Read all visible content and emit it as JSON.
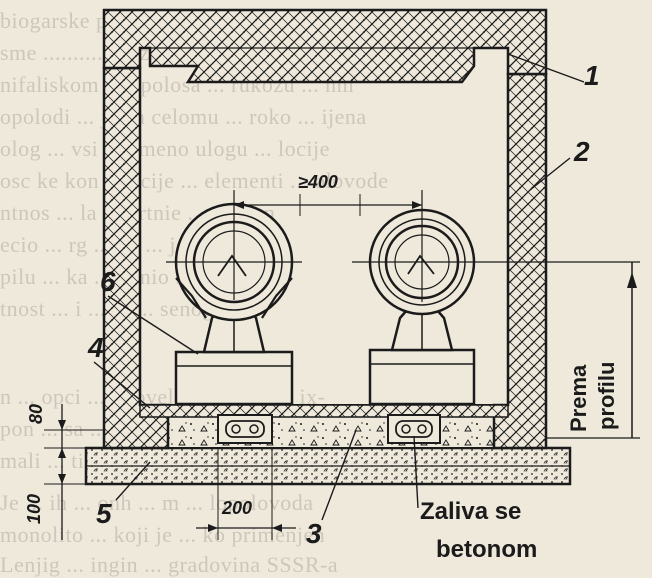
{
  "labels": {
    "part_1": "1",
    "part_2": "2",
    "part_3": "3",
    "part_4": "4",
    "part_5": "5",
    "part_6": "6",
    "dim_400": "≥400",
    "dim_200": "200",
    "dim_80": "80",
    "dim_100": "100",
    "side_text_1": "Prema",
    "side_text_2": "profilu",
    "note_line_1": "Zaliva se",
    "note_line_2": "betonom"
  },
  "colors": {
    "ink": "#1b1b1b",
    "paper": "#efe9dc",
    "concrete": "#efe9dc"
  }
}
